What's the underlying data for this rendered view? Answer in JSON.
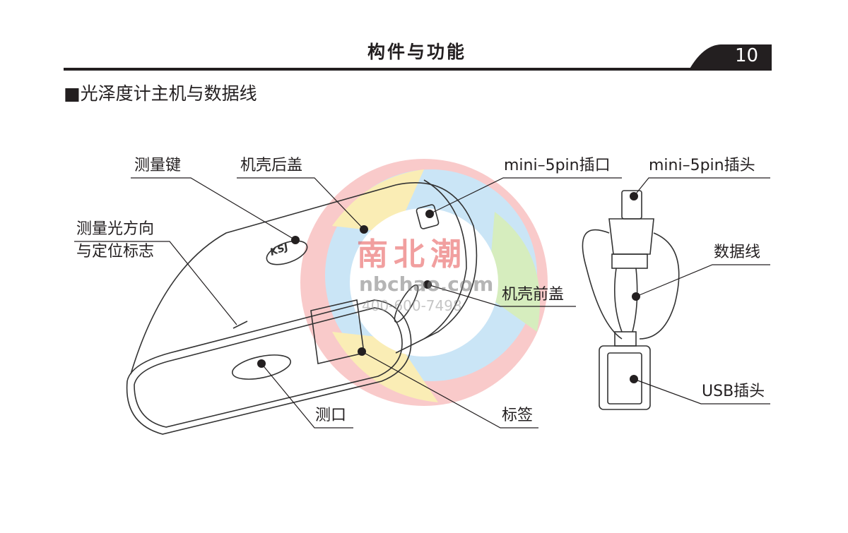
{
  "header": {
    "title": "构件与功能",
    "page_number": "10"
  },
  "section_title": "■光泽度计主机与数据线",
  "labels": {
    "measure_key": "测量键",
    "rear_cover": "机壳后盖",
    "mini_port": "mini–5pin插口",
    "mini_plug": "mini–5pin插头",
    "light_dir_1": "测量光方向",
    "light_dir_2": "与定位标志",
    "data_cable": "数据线",
    "front_cover": "机壳前盖",
    "usb_plug": "USB插头",
    "aperture": "测口",
    "tag": "标签"
  },
  "watermark": {
    "cn": "南北潮",
    "site": "nbchao.com",
    "phone": "400-600-7498"
  },
  "device_logo": "KSJ"
}
